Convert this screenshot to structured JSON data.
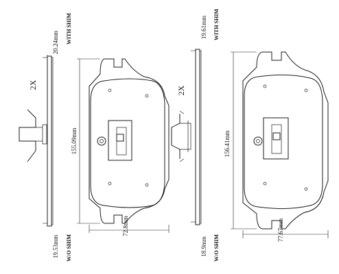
{
  "left_pad": {
    "quantity": "2X",
    "with_shim_thickness": "20.24mm",
    "with_shim_label": "WITH SHIM",
    "without_shim_thickness": "19.53mm",
    "without_shim_label": "W/O SHIM",
    "length": "155.09mm",
    "height": "72.8mm"
  },
  "right_pad": {
    "quantity": "2X",
    "with_shim_thickness": "19.61mm",
    "with_shim_label": "WITH SHIM",
    "without_shim_thickness": "18.9mm",
    "without_shim_label": "W/O SHIM",
    "length": "156.41mm",
    "height": "77.67mm"
  }
}
